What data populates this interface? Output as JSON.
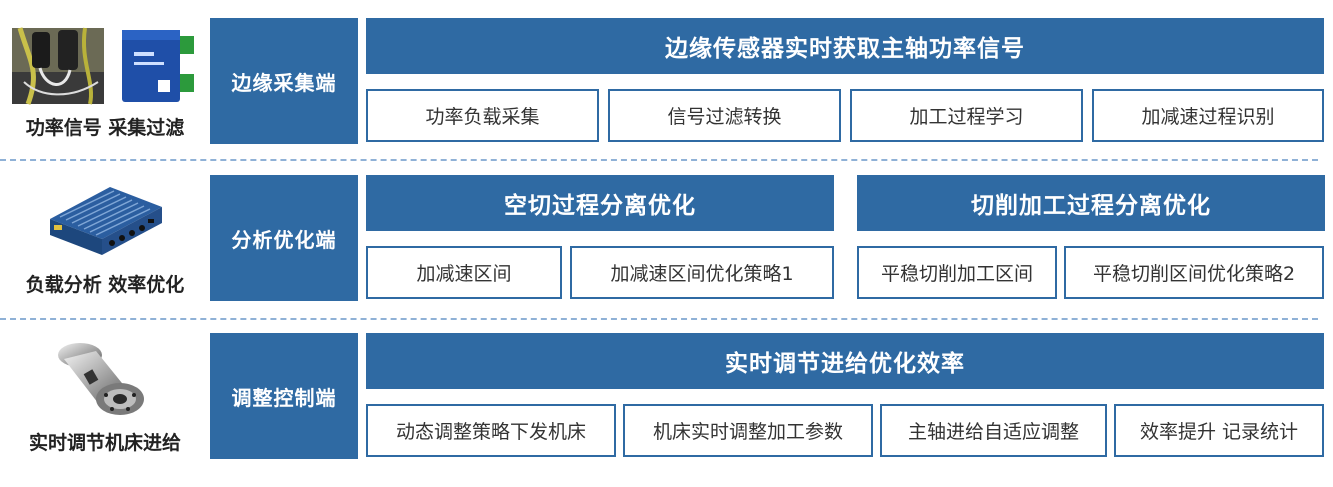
{
  "rows": [
    {
      "caption": "功率信号 采集过滤",
      "tier": "边缘采集端",
      "groups": [
        {
          "title": "边缘传感器实时获取主轴功率信号",
          "items": [
            "功率负载采集",
            "信号过滤转换",
            "加工过程学习",
            "加减速过程识别"
          ]
        }
      ]
    },
    {
      "caption": "负载分析 效率优化",
      "tier": "分析优化端",
      "groups": [
        {
          "title": "空切过程分离优化",
          "items": [
            "加减速区间",
            "加减速区间优化策略1"
          ]
        },
        {
          "title": "切削加工过程分离优化",
          "items": [
            "平稳切削加工区间",
            "平稳切削区间优化策略2"
          ]
        }
      ]
    },
    {
      "caption": "实时调节机床进给",
      "tier": "调整控制端",
      "groups": [
        {
          "title": "实时调节进给优化效率",
          "items": [
            "动态调整策略下发机床",
            "机床实时调整加工参数",
            "主轴进给自适应调整",
            "效率提升 记录统计"
          ]
        }
      ]
    }
  ],
  "colors": {
    "primary": "#2f6aa3",
    "divider": "#8fb1d6",
    "caption": "#222222"
  }
}
